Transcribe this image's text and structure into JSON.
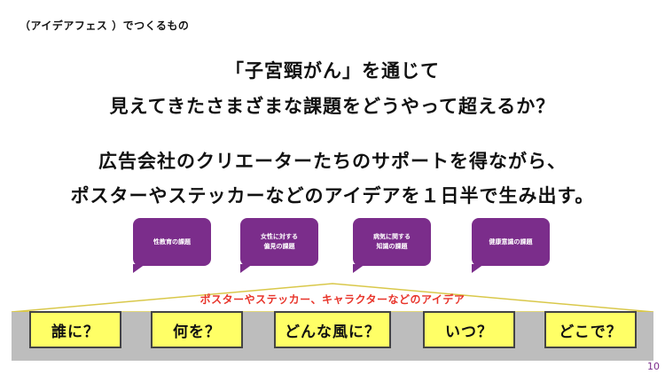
{
  "top_label": "（アイデアフェス ）でつくるもの",
  "headline": {
    "line1": "「子宮頸がん」を通じて",
    "line2": "見えてきたさまざまな課題をどうやって超えるか？",
    "line3": "広告会社のクリエーターたちのサポートを得ながら、",
    "line4": "ポスターやステッカーなどのアイデアを１日半で生み出す。"
  },
  "bubbles": [
    "性教育の課題",
    "女性に対する\n偏見の課題",
    "病気に関する\n知識の課題",
    "健康意識の課題"
  ],
  "band_text": "ポスターやステッカー、キャラクターなどのアイデア",
  "questions": [
    "誰に？",
    "何を？",
    "どんな風に？",
    "いつ？",
    "どこで？"
  ],
  "page_number": "10",
  "colors": {
    "bubble": "#7b2d8b",
    "question_box": "#ffff66",
    "band": "#bdbdbd",
    "band_text": "#e8342a",
    "band_outline": "#d9c84a"
  }
}
